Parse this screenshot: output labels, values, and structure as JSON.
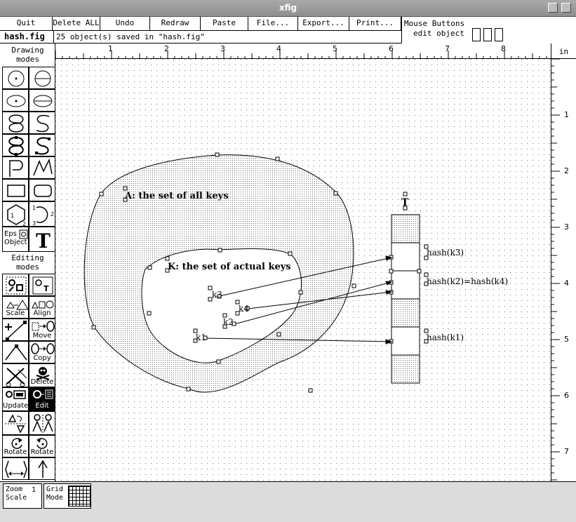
{
  "window": {
    "title": "xfig"
  },
  "commands": [
    "Quit",
    "Delete ALL",
    "Undo",
    "Redraw",
    "Paste",
    "File...",
    "Export...",
    "Print..."
  ],
  "mouse_panel": {
    "heading": "Mouse Buttons",
    "mode": "edit object"
  },
  "file": {
    "name": "hash.fig",
    "message": "25 object(s) saved in \"hash.fig\""
  },
  "ruler": {
    "unit": "in",
    "top_numbers": [
      "1",
      "2",
      "3",
      "4",
      "5",
      "6",
      "7",
      "8"
    ],
    "side_numbers": [
      "1",
      "2",
      "3",
      "4",
      "5",
      "6",
      "7"
    ]
  },
  "panel": {
    "drawing_modes": "Drawing\nmodes",
    "editing_modes": "Editing\nmodes",
    "eps_object": "Eps\nObject",
    "tools": {
      "scale": "Scale",
      "align": "Align",
      "move": "Move",
      "copy": "Copy",
      "delete": "Delete",
      "update": "Update",
      "edit": "Edit",
      "rotate_left": "Rotate",
      "rotate_right": "Rotate"
    }
  },
  "figure": {
    "label_A": "A: the set of all keys",
    "label_K": "K: the set of actual keys",
    "label_T": "T",
    "keys": [
      "k1",
      "k2",
      "k3",
      "k4"
    ],
    "hash_labels": [
      "hash(k3)",
      "hash(k2)=hash(k4)",
      "hash(k1)"
    ]
  },
  "bottom": {
    "zoom_label": "Zoom\nScale",
    "zoom_value": "1",
    "grid_label": "Grid\nMode"
  },
  "colors": {
    "titlebar": "#9a9a9a",
    "panel": "#dcdcdc",
    "canvas": "#ffffff"
  }
}
